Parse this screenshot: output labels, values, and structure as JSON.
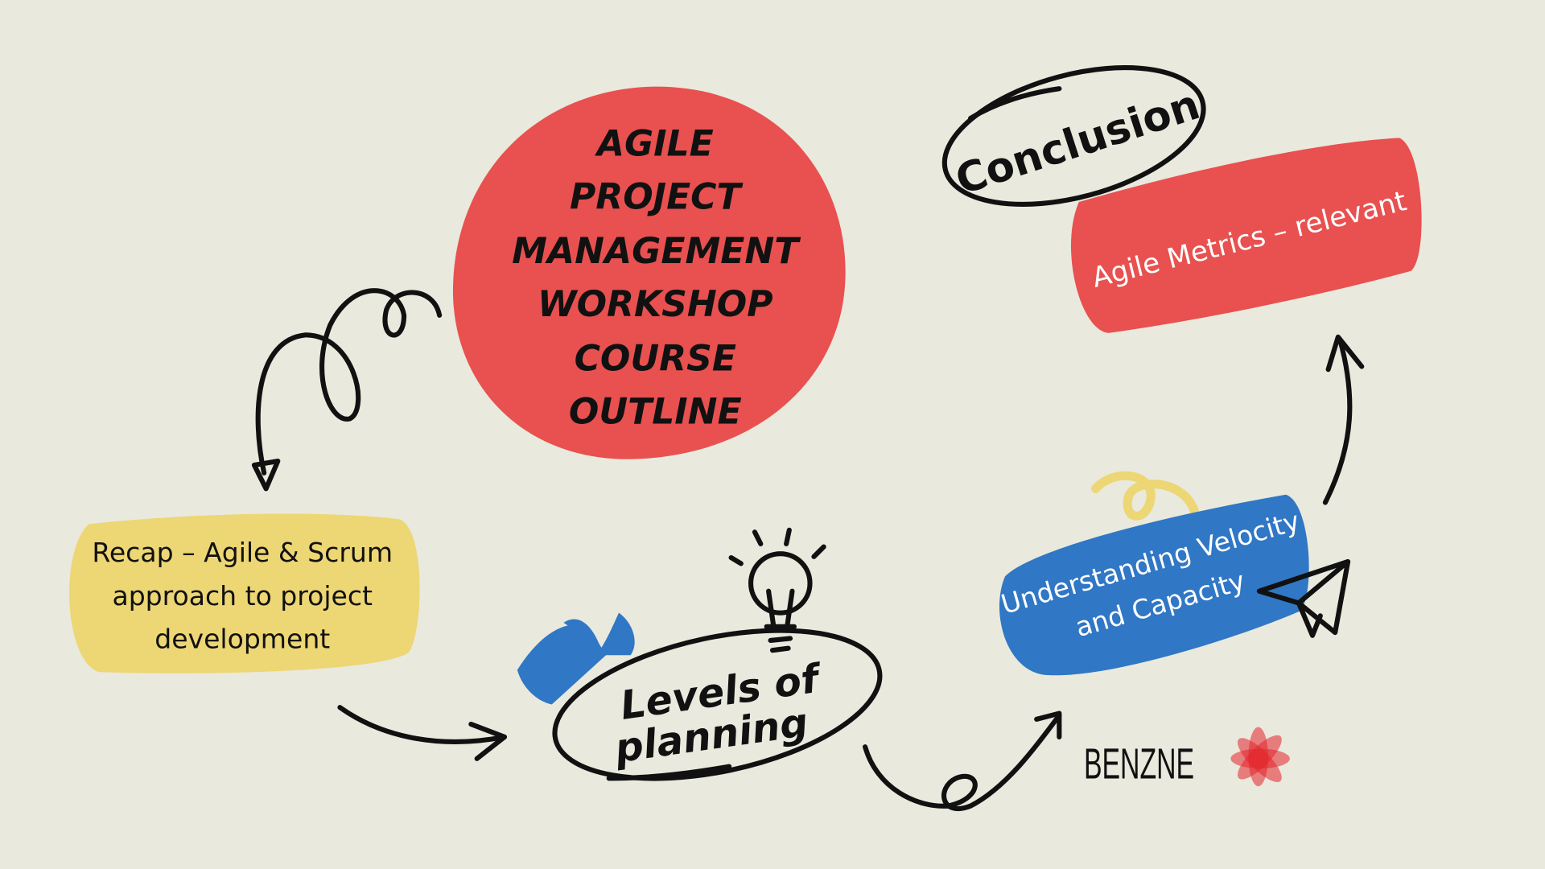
{
  "title_lines": [
    "AGILE",
    "PROJECT",
    "MANAGEMENT",
    "WORKSHOP",
    "COURSE",
    "OUTLINE"
  ],
  "steps": {
    "recap": [
      "Recap – Agile & Scrum",
      "approach to project",
      "development"
    ],
    "levels": [
      "Levels of",
      "planning"
    ],
    "velocity": [
      "Understanding Velocity",
      "and Capacity"
    ],
    "metrics": "Agile Metrics – relevant",
    "conclusion": "Conclusion"
  },
  "logo": {
    "text": "BENZNE"
  },
  "colors": {
    "background": "#E9E9DD",
    "red": "#E85150",
    "yellow": "#EDD674",
    "blue": "#3077C5",
    "logo_red": "#E3242B"
  }
}
